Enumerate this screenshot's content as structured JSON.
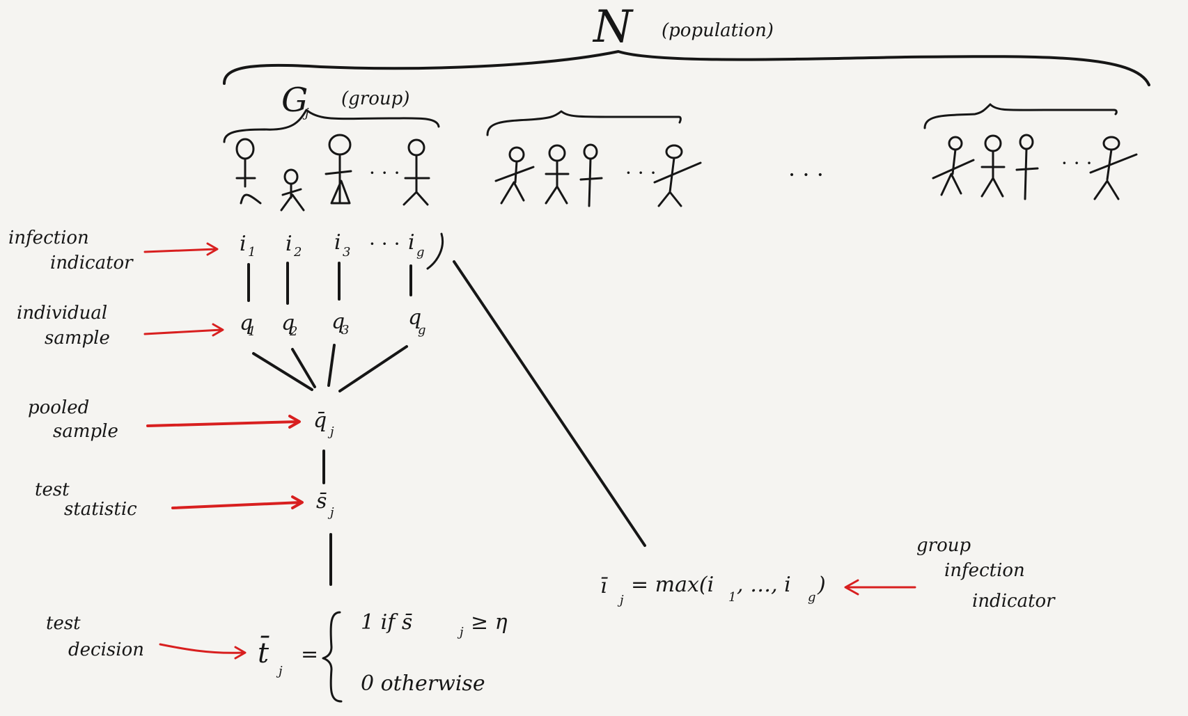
{
  "population": {
    "symbol": "N",
    "label": "(population)"
  },
  "group": {
    "symbol": "G",
    "symbol_sub": "j",
    "label": "(group)"
  },
  "ellipsis": "· · ·",
  "between_groups_ellipsis": "· · ·",
  "indicators": [
    {
      "base": "i",
      "sub": "1"
    },
    {
      "base": "i",
      "sub": "2"
    },
    {
      "base": "i",
      "sub": "3"
    },
    {
      "base": "i",
      "sub": "g"
    }
  ],
  "samples": [
    {
      "base": "q",
      "sub": "1"
    },
    {
      "base": "q",
      "sub": "2"
    },
    {
      "base": "q",
      "sub": "3"
    },
    {
      "base": "q",
      "sub": "g"
    }
  ],
  "pooled": {
    "base": "q̄",
    "sub": "j"
  },
  "statistic": {
    "base": "s̄",
    "sub": "j"
  },
  "decision": {
    "lhs": "t̄",
    "lhs_sub": "j",
    "eq": "=",
    "case1": "1  if  s̄",
    "case1_sub": "j",
    "case1_rel": "≥ η",
    "case0": "0  otherwise"
  },
  "group_indicator": {
    "lhs": "ī",
    "lhs_sub": "j",
    "rhs_prefix": "= max(i",
    "rhs_sub1": "1",
    "rhs_mid": ", …, i",
    "rhs_subg": "g",
    "rhs_suffix": ")"
  },
  "labels": {
    "infection_indicator": [
      "infection",
      "indicator"
    ],
    "individual_sample": [
      "individual",
      "sample"
    ],
    "pooled_sample": [
      "pooled",
      "sample"
    ],
    "test_statistic": [
      "test",
      "statistic"
    ],
    "test_decision": [
      "test",
      "decision"
    ],
    "group_infection_indicator": [
      "group",
      "infection",
      "indicator"
    ]
  },
  "colors": {
    "ink": "#161616",
    "annotation_arrow": "#d81f1f",
    "background": "#f5f4f1"
  }
}
